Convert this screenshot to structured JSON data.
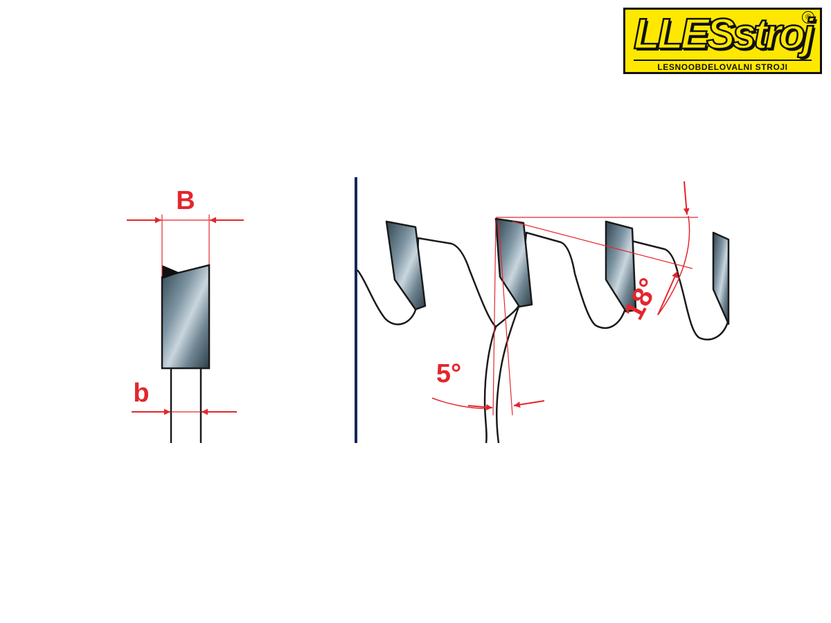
{
  "logo": {
    "mark": "LLESstroj",
    "registered": "®",
    "tagline": "LESNOOBDELOVALNI STROJI"
  },
  "diagram": {
    "labels": {
      "kerf_width": "B",
      "plate_thickness": "b",
      "side_clearance_angle": "5°",
      "hook_angle": "18°"
    }
  },
  "colors": {
    "dimension": "#e3262d",
    "outline": "#1a1a1a",
    "divider": "#16285a",
    "logo_bg": "#ffe800"
  }
}
